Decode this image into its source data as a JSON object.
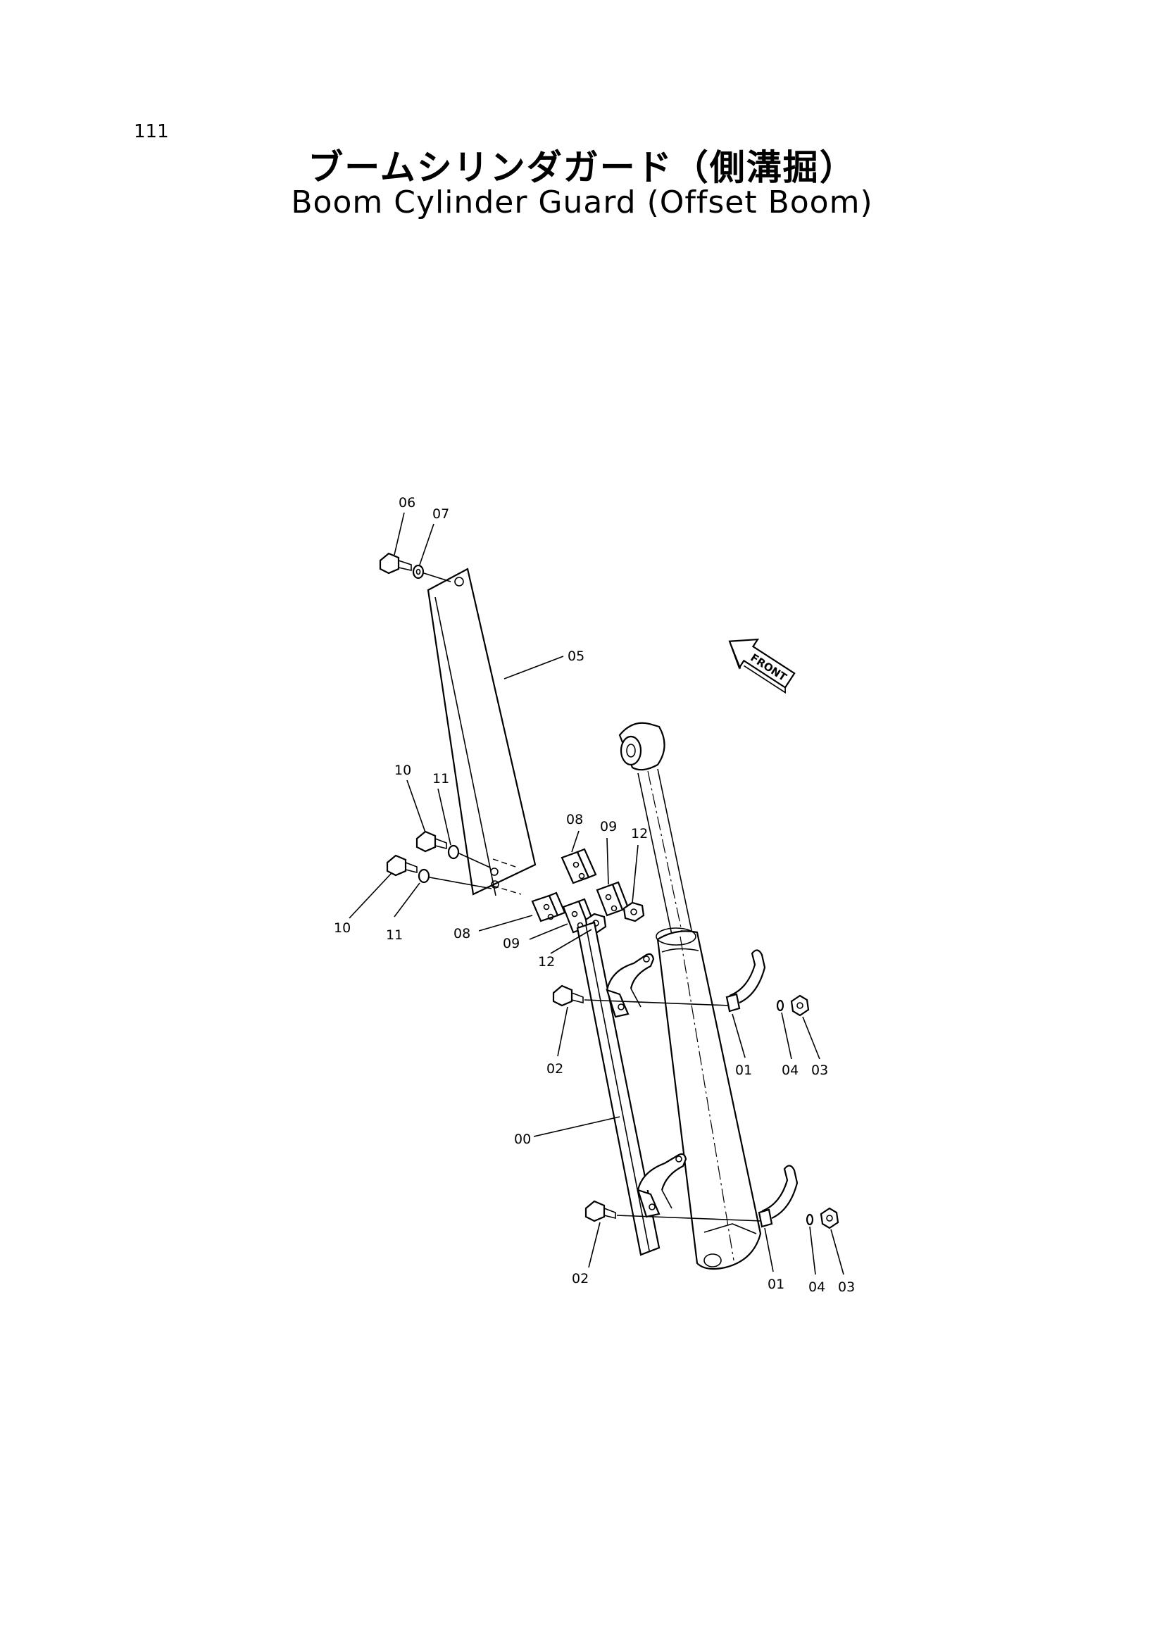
{
  "page": {
    "number": "111",
    "title_jp": "ブームシリンダガード（側溝掘）",
    "title_en": "Boom Cylinder Guard (Offset Boom)"
  },
  "diagram": {
    "front_label": "FRONT",
    "callouts": {
      "c06": "06",
      "c07": "07",
      "c05": "05",
      "c10a": "10",
      "c11a": "11",
      "c10b": "10",
      "c11b": "11",
      "c08a": "08",
      "c09a": "09",
      "c12a": "12",
      "c08b": "08",
      "c09b": "09",
      "c12b": "12",
      "c02a": "02",
      "c01a": "01",
      "c04a": "04",
      "c03a": "03",
      "c00": "00",
      "c02b": "02",
      "c01b": "01",
      "c04b": "04",
      "c03b": "03"
    }
  }
}
